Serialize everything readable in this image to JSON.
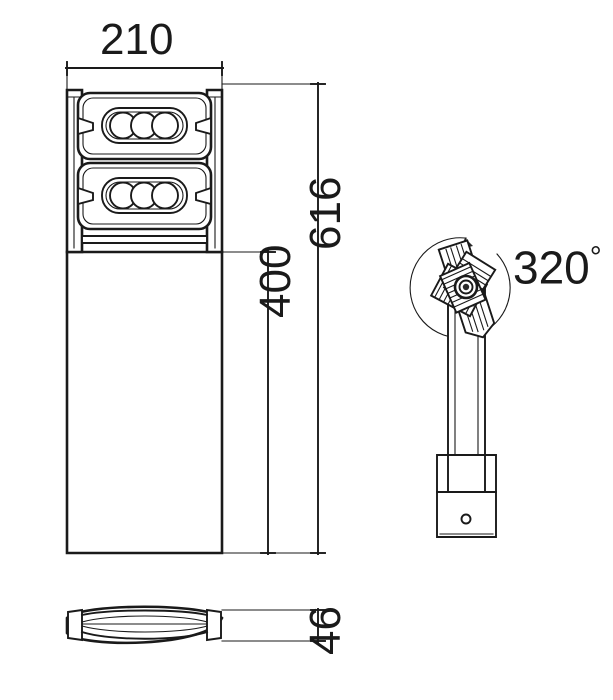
{
  "drawing": {
    "title": "LED bollard luminaire dimensional drawing",
    "units": "mm",
    "line_color": "#1a1a1a",
    "background_color": "#ffffff"
  },
  "dimensions": {
    "width_top": "210",
    "height_total": "616",
    "height_pole": "400",
    "depth_bottom": "46",
    "rotation_angle": "320",
    "degree_symbol": "°"
  },
  "views": {
    "front": {
      "name": "front-view",
      "modules": [
        {
          "label": "led-module-upper",
          "led_count": 3
        },
        {
          "label": "led-module-lower",
          "led_count": 3
        }
      ]
    },
    "side": {
      "name": "side-view",
      "angle_label": "320",
      "angle_unit": "°"
    },
    "bottom": {
      "name": "bottom-view"
    }
  }
}
